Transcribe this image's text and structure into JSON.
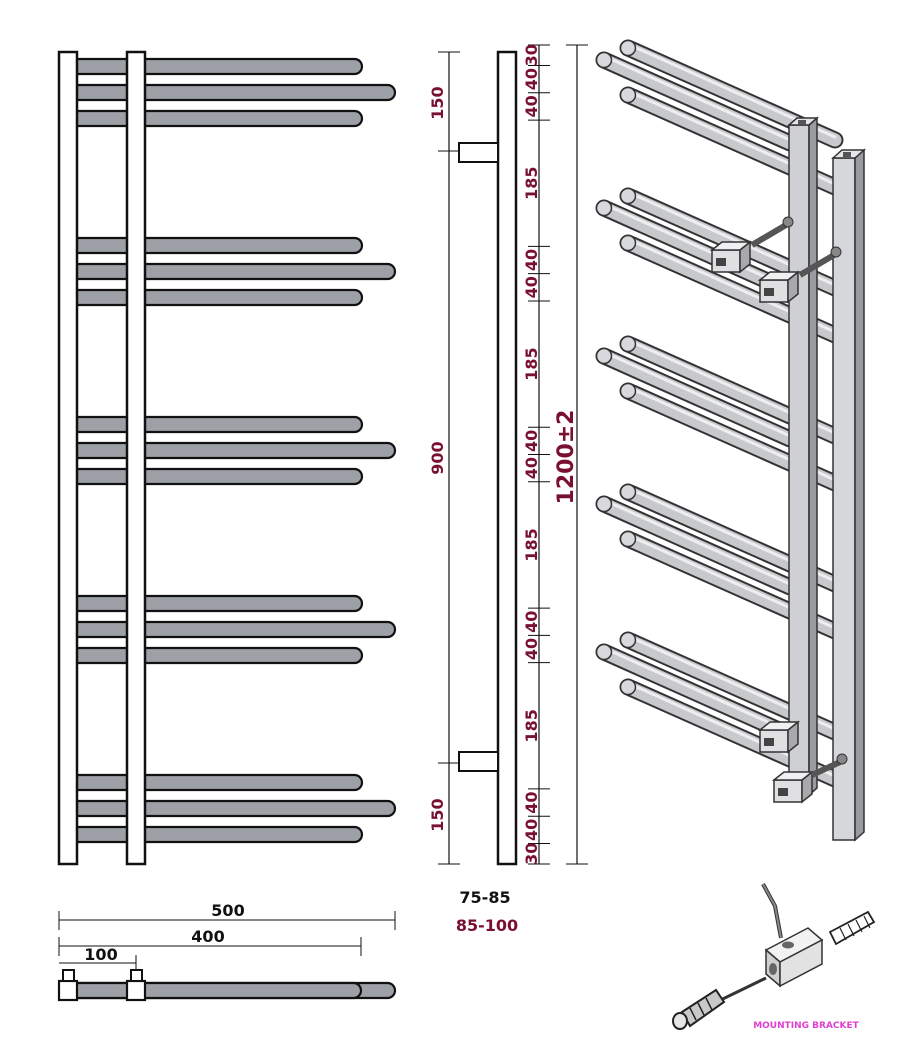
{
  "colors": {
    "bar_fill": "#9ea0a8",
    "frame_stroke": "#111111",
    "dimension_text": "#7a1030",
    "caption_text": "#e040d0"
  },
  "front_view": {
    "bar_groups": 5,
    "bars_per_group": 3
  },
  "side_view": {
    "left_dims": [
      "150",
      "900",
      "150"
    ],
    "right_dims": [
      "30",
      "40",
      "40",
      "185",
      "40",
      "40",
      "185",
      "40",
      "40",
      "185",
      "40",
      "40",
      "185",
      "40",
      "40",
      "30"
    ],
    "total_height": "1200±2",
    "depth_a": "75-85",
    "depth_b": "85-100"
  },
  "top_view": {
    "width_total": "500",
    "width_short": "400",
    "rail_spacing": "100"
  },
  "bracket": {
    "caption": "MOUNTING BRACKET"
  }
}
